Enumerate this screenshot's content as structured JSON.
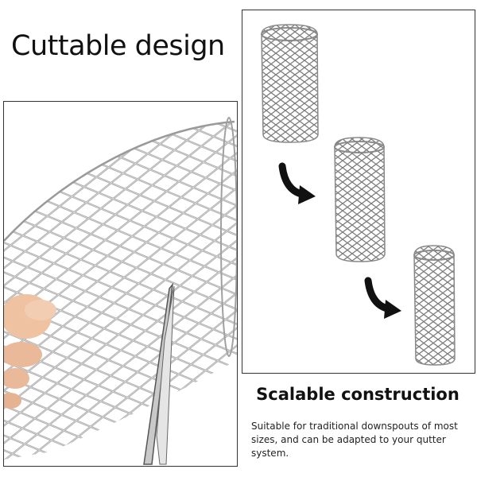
{
  "headline": "Cuttable design",
  "construction": {
    "title": "Scalable construction",
    "description": "Suitable for traditional downspouts of most sizes, and can be adapted to your qutter system."
  },
  "colors": {
    "mesh": "#8a8a8a",
    "arrow": "#111111",
    "skin": "#f1c7a8",
    "border": "#333333"
  },
  "icons": [
    "curved-arrow-icon"
  ]
}
